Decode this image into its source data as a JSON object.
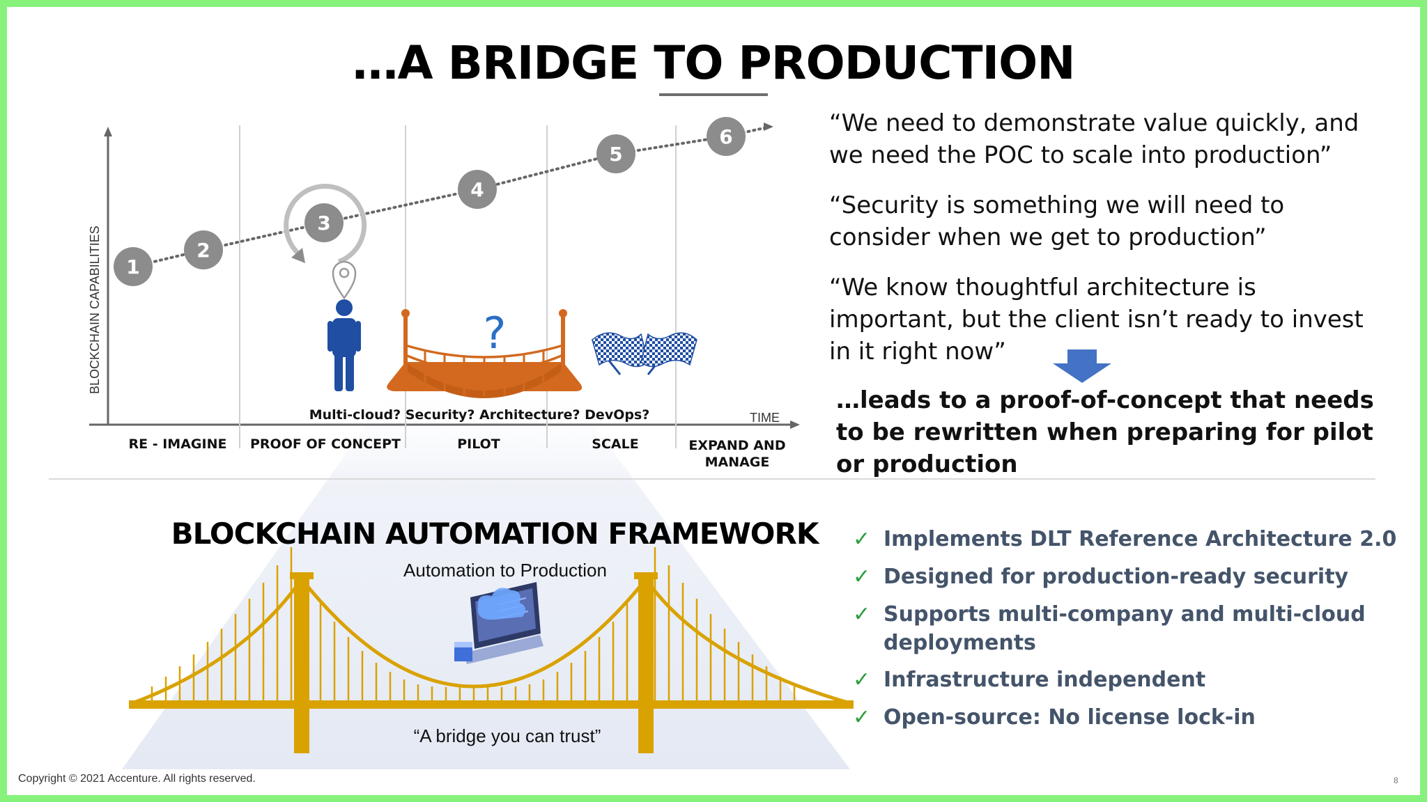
{
  "slide": {
    "title": "…A BRIDGE TO PRODUCTION",
    "page_number": "8",
    "copyright": "Copyright © 2021 Accenture. All rights reserved."
  },
  "diagram": {
    "y_axis_label": "BLOCKCHAIN CAPABILITIES",
    "x_axis_label": "TIME",
    "phases": [
      "RE - IMAGINE",
      "PROOF OF CONCEPT",
      "PILOT",
      "SCALE",
      "EXPAND AND",
      "MANAGE"
    ],
    "steps": [
      "1",
      "2",
      "3",
      "4",
      "5",
      "6"
    ],
    "question_mark": "?",
    "annotation": "Multi-cloud? Security? Architecture? DevOps?"
  },
  "quotes": [
    "“We need to demonstrate value quickly, and we need the POC to scale into production”",
    "“Security is something we will need to consider when we get to production”",
    "“We know thoughtful architecture is important, but the client isn’t ready to invest in it right now”"
  ],
  "conclusion": "…leads to a proof-of-concept that needs to be rewritten when preparing for pilot or production",
  "framework": {
    "title": "BLOCKCHAIN AUTOMATION FRAMEWORK",
    "subtitle": "Automation to Production",
    "caption": "“A bridge you can trust”"
  },
  "benefits": [
    "Implements DLT Reference Architecture 2.0",
    "Designed for production-ready security",
    "Supports multi-company and multi-cloud deployments",
    "Infrastructure independent",
    "Open-source:  No license lock-in"
  ],
  "colors": {
    "step_circle": "#8c8c8c",
    "person": "#1f4ea3",
    "rope_bridge": "#d2691e",
    "golden_bridge": "#d9a200",
    "arrow_down": "#4472c4",
    "checkmark": "#2a9d3b",
    "benefit_text": "#44546a",
    "flags": "#1f4ea3"
  }
}
